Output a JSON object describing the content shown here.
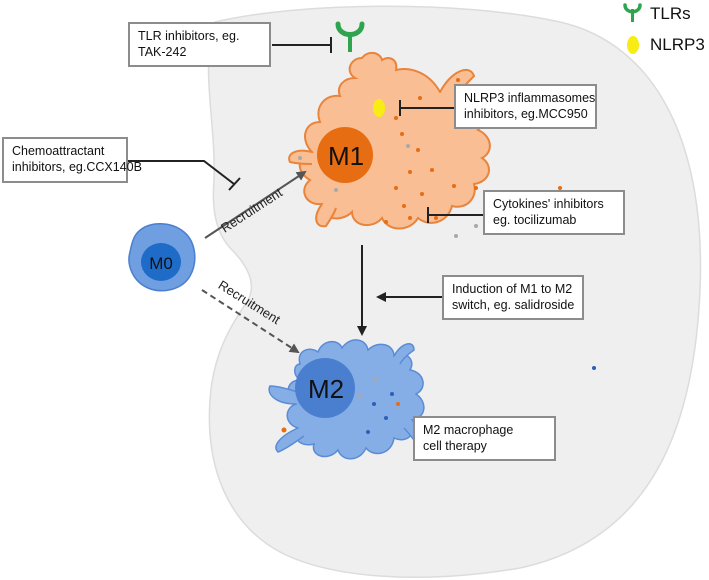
{
  "legend": {
    "tlr_label": "TLRs",
    "nlrp3_label": "NLRP3",
    "tlr_color": "#2ea44f",
    "nlrp3_color": "#f7ec13"
  },
  "cells": {
    "m1_label": "M1",
    "m2_label": "M2",
    "m0_label": "M0",
    "m1_body_color": "#f9be93",
    "m1_nucleus_color": "#e66d12",
    "m2_body_color": "#86aee6",
    "m2_nucleus_color": "#4a7fd0",
    "m0_body_color": "#6f9fe0",
    "m0_nucleus_color": "#1f6cc8",
    "tissue_color": "#efefef"
  },
  "arrows": {
    "recruitment_m1": "Recruitment",
    "recruitment_m2": "Recruitment"
  },
  "boxes": {
    "tlr_inhibitors": [
      "TLR inhibitors, eg.",
      "TAK-242"
    ],
    "chemo_inhibitors": [
      "Chemoattractant",
      "inhibitors, eg.CCX140B"
    ],
    "nlrp3_inhibitors": [
      "NLRP3 inflammasomes",
      "inhibitors, eg.MCC950"
    ],
    "cytokine_inhibitors": [
      "Cytokines' inhibitors",
      "eg. tocilizumab"
    ],
    "m1_m2_switch": [
      "Induction of M1 to M2",
      "switch, eg. salidroside"
    ],
    "m2_therapy": [
      "M2 macrophage",
      "cell therapy"
    ]
  }
}
